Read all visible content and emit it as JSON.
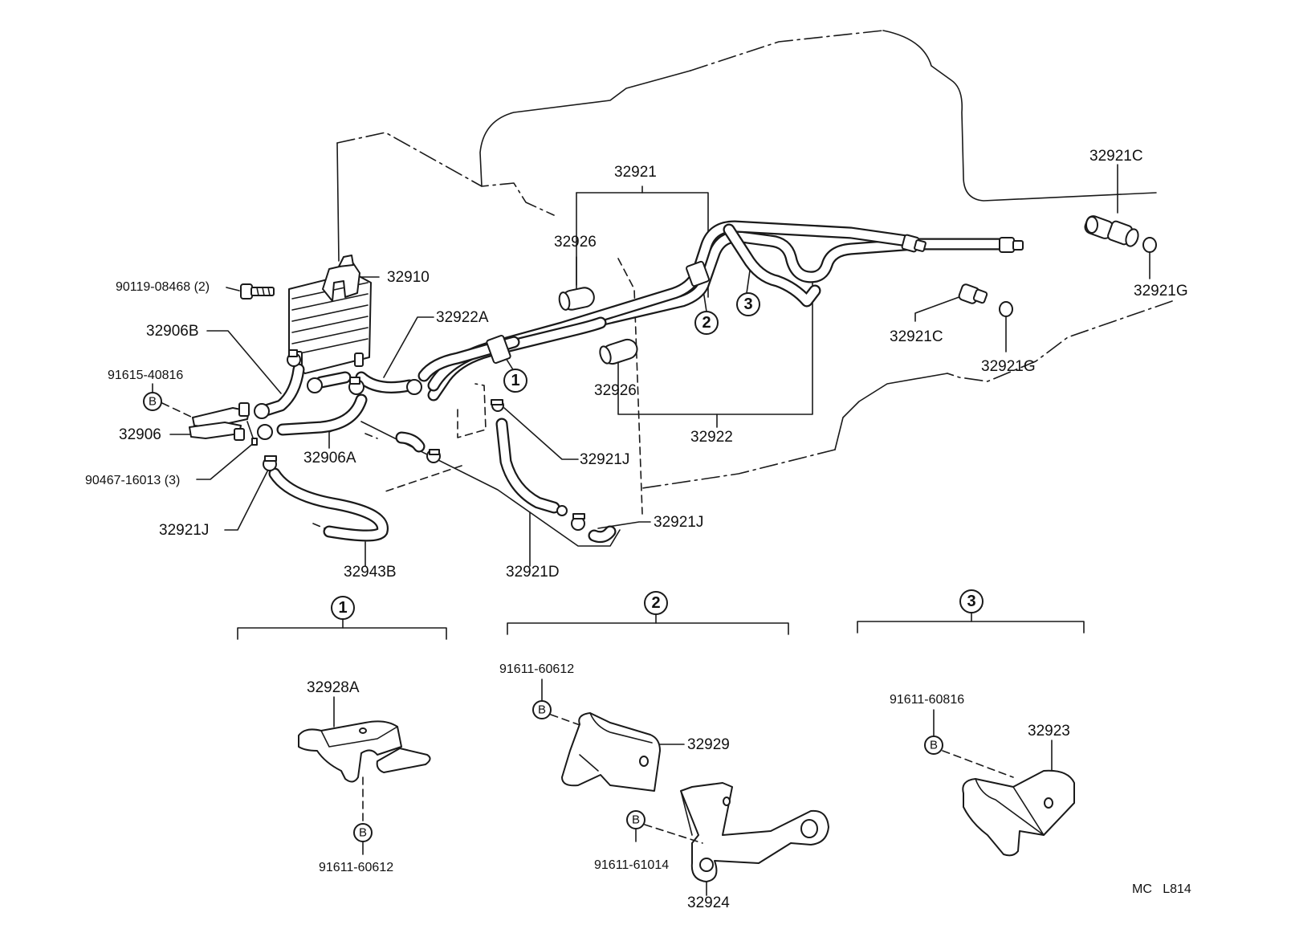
{
  "parts": {
    "p32921": "32921",
    "p32921C_top": "32921C",
    "p32921G_top": "32921G",
    "p32921C_mid": "32921C",
    "p32921G_mid": "32921G",
    "p32926_top": "32926",
    "p32926_low": "32926",
    "p32910": "32910",
    "p90119": "90119-08468 (2)",
    "p32922A": "32922A",
    "p32906B": "32906B",
    "p91615": "91615-40816",
    "p32906": "32906",
    "p32906A": "32906A",
    "p90467": "90467-16013 (3)",
    "p32921J_left": "32921J",
    "p32921J_mid": "32921J",
    "p32921J_right": "32921J",
    "p32943B": "32943B",
    "p32921D": "32921D",
    "p32922": "32922"
  },
  "callouts": {
    "c1": "1",
    "c2": "2",
    "c3": "3"
  },
  "bolt_marker": "B",
  "details": {
    "d1": {
      "id": "1",
      "bracket": "32928A",
      "bolt": "91611-60612"
    },
    "d2": {
      "id": "2",
      "bolt_top": "91611-60612",
      "clamp": "32929",
      "bolt_low": "91611-61014",
      "bracket": "32924"
    },
    "d3": {
      "id": "3",
      "bolt": "91611-60816",
      "bracket": "32923"
    }
  },
  "ref_code": "MC   L814"
}
